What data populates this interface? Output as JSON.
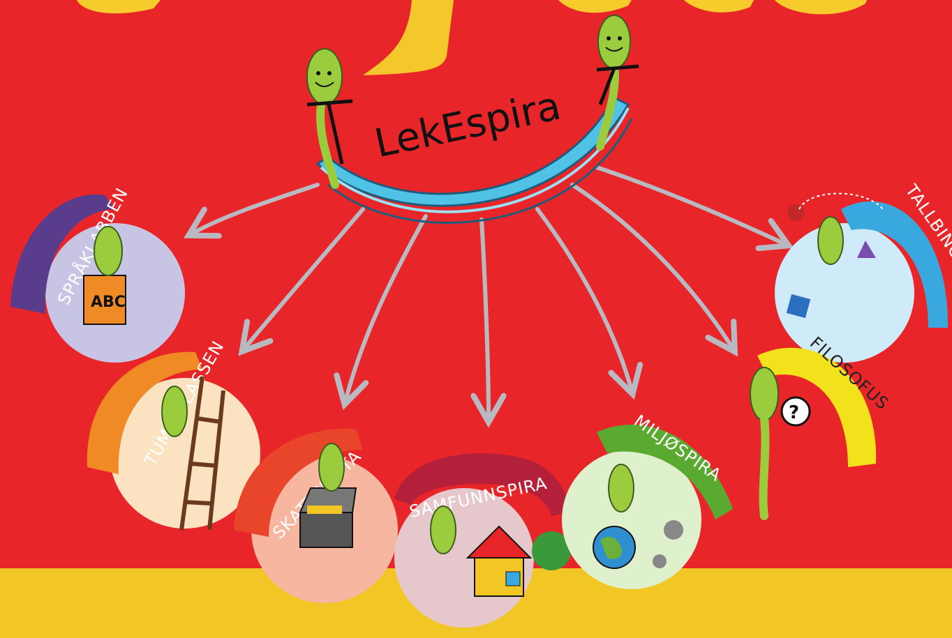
{
  "hub": {
    "label": "LekEspira"
  },
  "modules": [
    {
      "label": "SPRÅKLABBEN",
      "color": "#5a3c8c",
      "circle": "#c8c4e4"
    },
    {
      "label": "TUMLEPLASSEN",
      "color": "#f08a24",
      "circle": "#fbe3c2"
    },
    {
      "label": "SKATTEKISTA",
      "color": "#e8452a",
      "circle": "#f6b6a0"
    },
    {
      "label": "SAMFUNNSPIRA",
      "color": "#b41f3a",
      "circle": "#e6c8cc"
    },
    {
      "label": "MILJØSPIRA",
      "color": "#5aaa32",
      "circle": "#dff0cc"
    },
    {
      "label": "TALLBINGEN",
      "color": "#39a8df",
      "circle": "#cfeaf8"
    },
    {
      "label": "FILOSOFUS",
      "color": "#f2e21c",
      "circle": "#fffbe0"
    }
  ],
  "icons": [
    "abc-block-icon",
    "ladder-icon",
    "treasure-chest-icon",
    "house-icon",
    "globe-icon",
    "geometry-icon",
    "question-mark-icon"
  ]
}
